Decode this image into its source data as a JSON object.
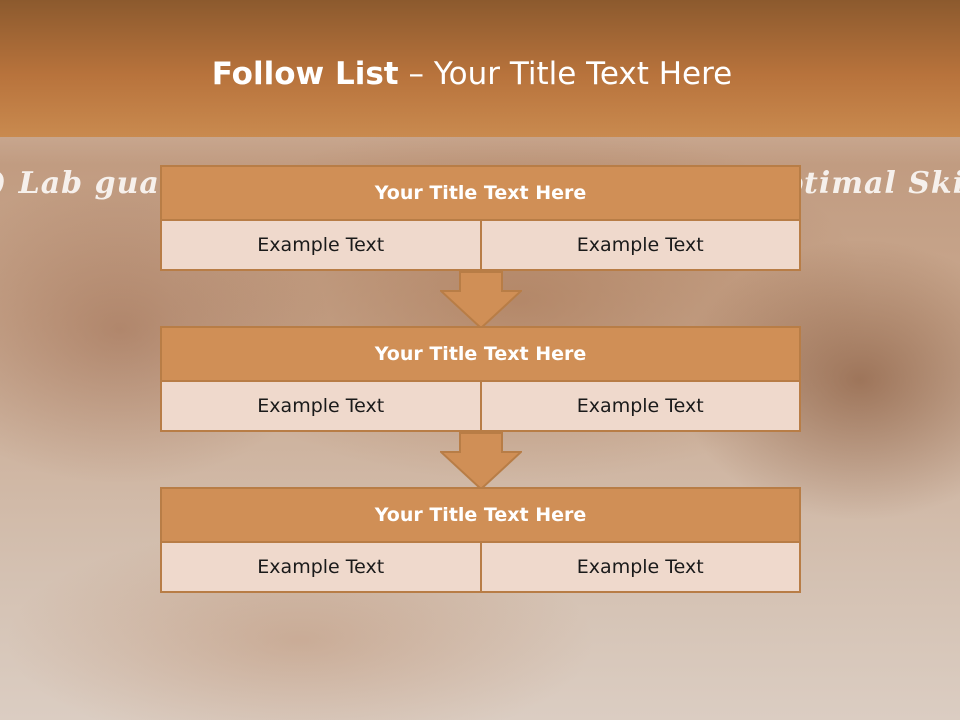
{
  "slide": {
    "title_bold": "Follow List",
    "title_rest": " – Your Title Text Here"
  },
  "background": {
    "slogan_left": ") Lab guar",
    "slogan_right": "ptimal Ski"
  },
  "blocks": [
    {
      "title": "Your Title Text Here",
      "cells": [
        "Example Text",
        "Example Text"
      ]
    },
    {
      "title": "Your Title Text Here",
      "cells": [
        "Example Text",
        "Example Text"
      ]
    },
    {
      "title": "Your Title Text Here",
      "cells": [
        "Example Text",
        "Example Text"
      ]
    }
  ],
  "colors": {
    "header": "#b8733c",
    "block_head": "#d08f56",
    "block_row": "#efd9cc",
    "border": "#b87d46",
    "arrow": "#d08f56"
  },
  "icons": [
    "down-arrow-icon",
    "down-arrow-icon"
  ]
}
